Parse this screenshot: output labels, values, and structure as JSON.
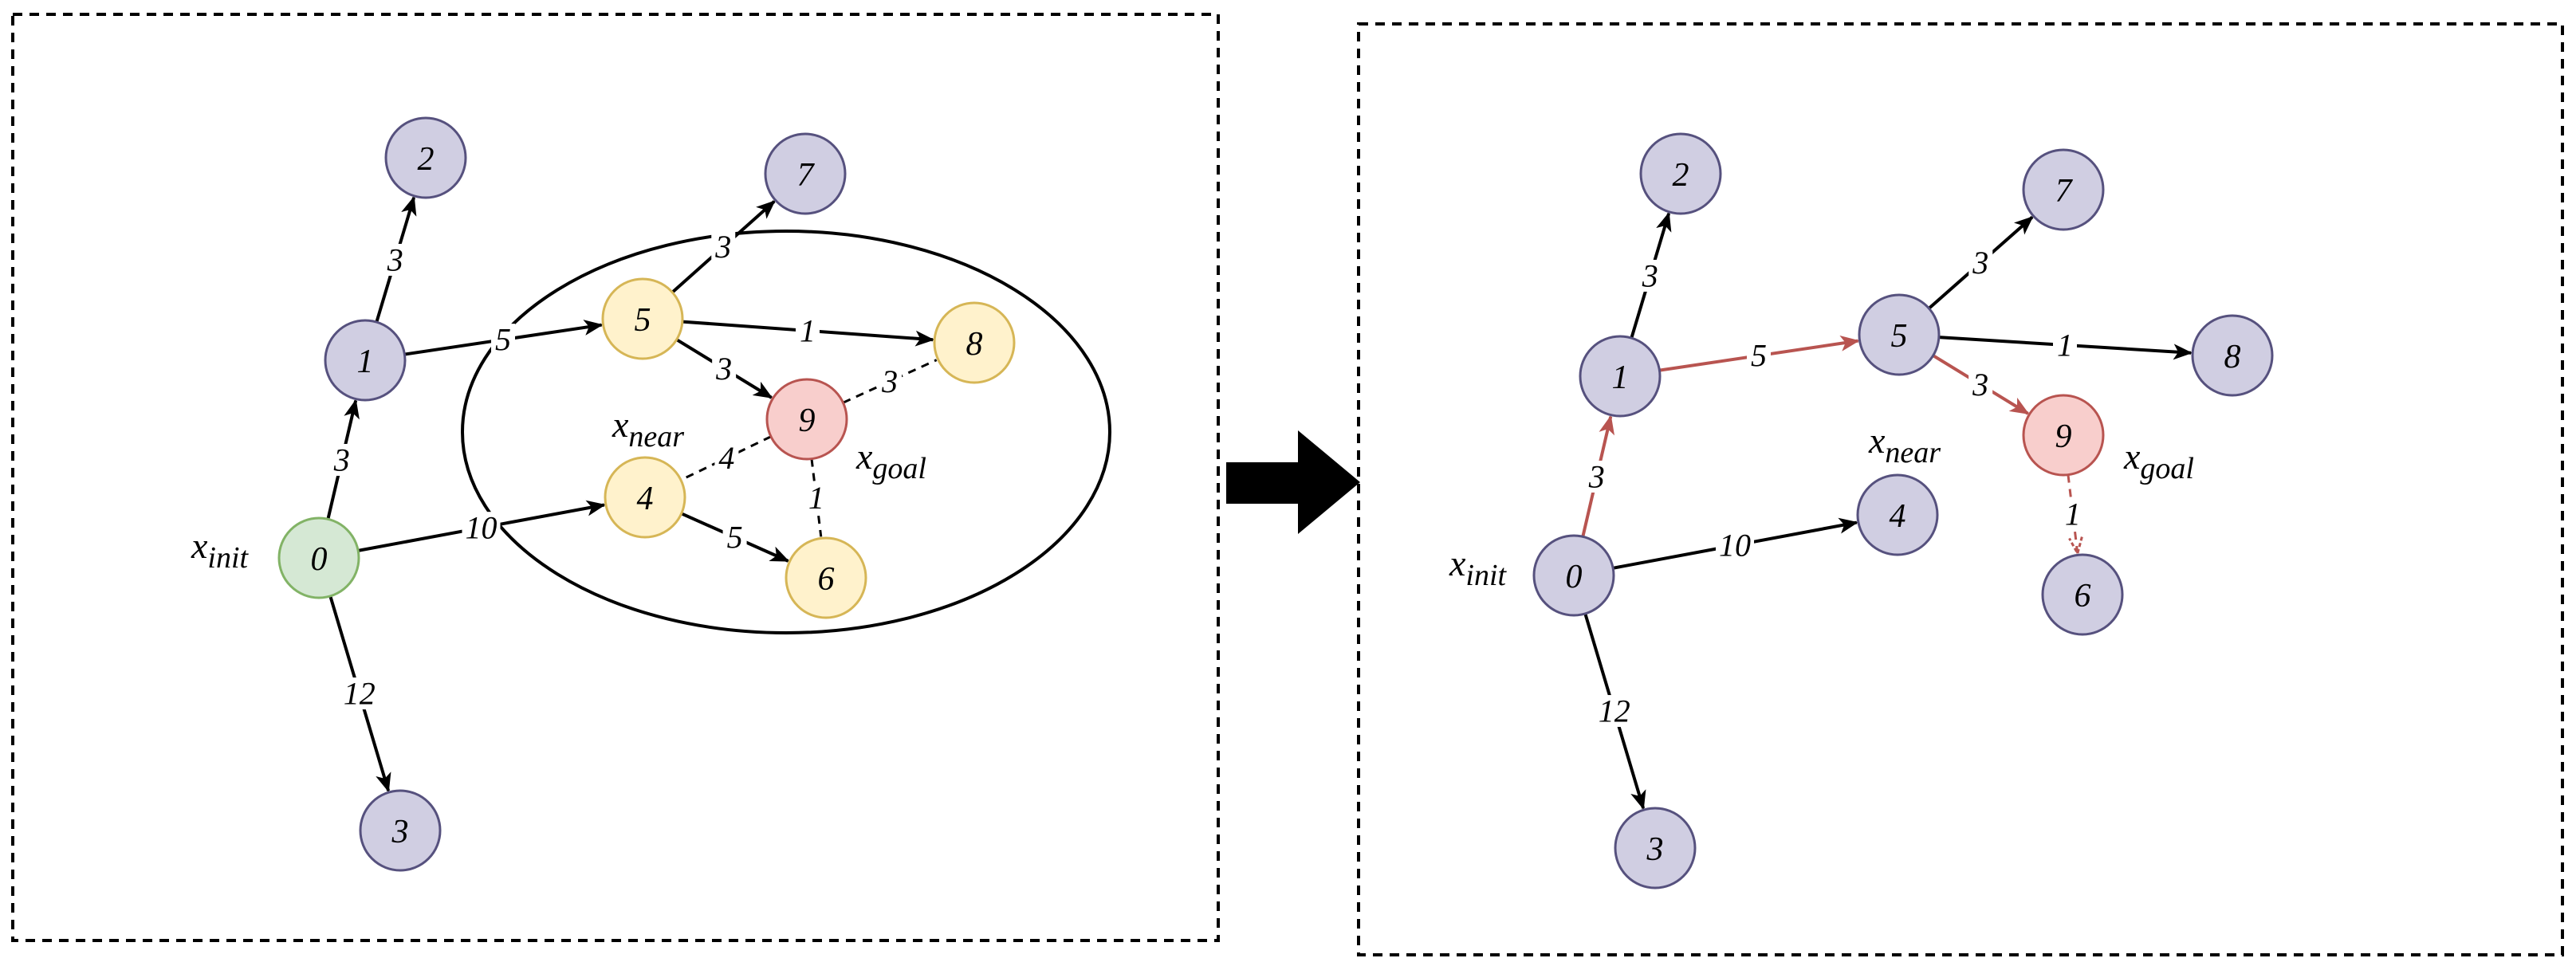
{
  "colors": {
    "default_fill": "#d0cee2",
    "default_stroke": "#56517e",
    "start_fill": "#d5e8d4",
    "start_stroke": "#82b366",
    "near_fill": "#fff2cc",
    "near_stroke": "#d6b656",
    "goal_fill": "#f8cecc",
    "goal_stroke": "#b85450",
    "path_edge": "#b85450",
    "edge": "#000000"
  },
  "panels": {
    "before": {
      "nodes": [
        {
          "id": "0",
          "label": "0",
          "style": "start"
        },
        {
          "id": "1",
          "label": "1",
          "style": "default"
        },
        {
          "id": "2",
          "label": "2",
          "style": "default"
        },
        {
          "id": "3",
          "label": "3",
          "style": "default"
        },
        {
          "id": "4",
          "label": "4",
          "style": "near"
        },
        {
          "id": "5",
          "label": "5",
          "style": "near"
        },
        {
          "id": "6",
          "label": "6",
          "style": "near"
        },
        {
          "id": "7",
          "label": "7",
          "style": "default"
        },
        {
          "id": "8",
          "label": "8",
          "style": "near"
        },
        {
          "id": "9",
          "label": "9",
          "style": "goal"
        }
      ],
      "edges": [
        {
          "from": "0",
          "to": "1",
          "weight": "3",
          "style": "solid"
        },
        {
          "from": "1",
          "to": "2",
          "weight": "3",
          "style": "solid"
        },
        {
          "from": "1",
          "to": "5",
          "weight": "5",
          "style": "solid"
        },
        {
          "from": "0",
          "to": "4",
          "weight": "10",
          "style": "solid"
        },
        {
          "from": "0",
          "to": "3",
          "weight": "12",
          "style": "solid"
        },
        {
          "from": "5",
          "to": "7",
          "weight": "3",
          "style": "solid"
        },
        {
          "from": "5",
          "to": "8",
          "weight": "1",
          "style": "solid"
        },
        {
          "from": "5",
          "to": "9",
          "weight": "3",
          "style": "solid"
        },
        {
          "from": "4",
          "to": "6",
          "weight": "5",
          "style": "solid"
        },
        {
          "from": "9",
          "to": "4",
          "weight": "4",
          "style": "dashed"
        },
        {
          "from": "9",
          "to": "8",
          "weight": "3",
          "style": "dashed"
        },
        {
          "from": "9",
          "to": "6",
          "weight": "1",
          "style": "dashed"
        }
      ],
      "labels": {
        "init": {
          "base": "x",
          "sub": "init"
        },
        "near": {
          "base": "x",
          "sub": "near"
        },
        "goal": {
          "base": "x",
          "sub": "goal"
        }
      }
    },
    "after": {
      "nodes": [
        {
          "id": "0",
          "label": "0",
          "style": "default"
        },
        {
          "id": "1",
          "label": "1",
          "style": "default"
        },
        {
          "id": "2",
          "label": "2",
          "style": "default"
        },
        {
          "id": "3",
          "label": "3",
          "style": "default"
        },
        {
          "id": "4",
          "label": "4",
          "style": "default"
        },
        {
          "id": "5",
          "label": "5",
          "style": "default"
        },
        {
          "id": "6",
          "label": "6",
          "style": "default"
        },
        {
          "id": "7",
          "label": "7",
          "style": "default"
        },
        {
          "id": "8",
          "label": "8",
          "style": "default"
        },
        {
          "id": "9",
          "label": "9",
          "style": "goal"
        }
      ],
      "edges": [
        {
          "from": "0",
          "to": "1",
          "weight": "3",
          "style": "path"
        },
        {
          "from": "1",
          "to": "2",
          "weight": "3",
          "style": "solid"
        },
        {
          "from": "1",
          "to": "5",
          "weight": "5",
          "style": "path"
        },
        {
          "from": "0",
          "to": "4",
          "weight": "10",
          "style": "solid"
        },
        {
          "from": "0",
          "to": "3",
          "weight": "12",
          "style": "solid"
        },
        {
          "from": "5",
          "to": "7",
          "weight": "3",
          "style": "solid"
        },
        {
          "from": "5",
          "to": "8",
          "weight": "1",
          "style": "solid"
        },
        {
          "from": "5",
          "to": "9",
          "weight": "3",
          "style": "path"
        },
        {
          "from": "9",
          "to": "6",
          "weight": "1",
          "style": "path-dashed"
        }
      ],
      "labels": {
        "init": {
          "base": "x",
          "sub": "init"
        },
        "near": {
          "base": "x",
          "sub": "near"
        },
        "goal": {
          "base": "x",
          "sub": "goal"
        }
      }
    }
  }
}
